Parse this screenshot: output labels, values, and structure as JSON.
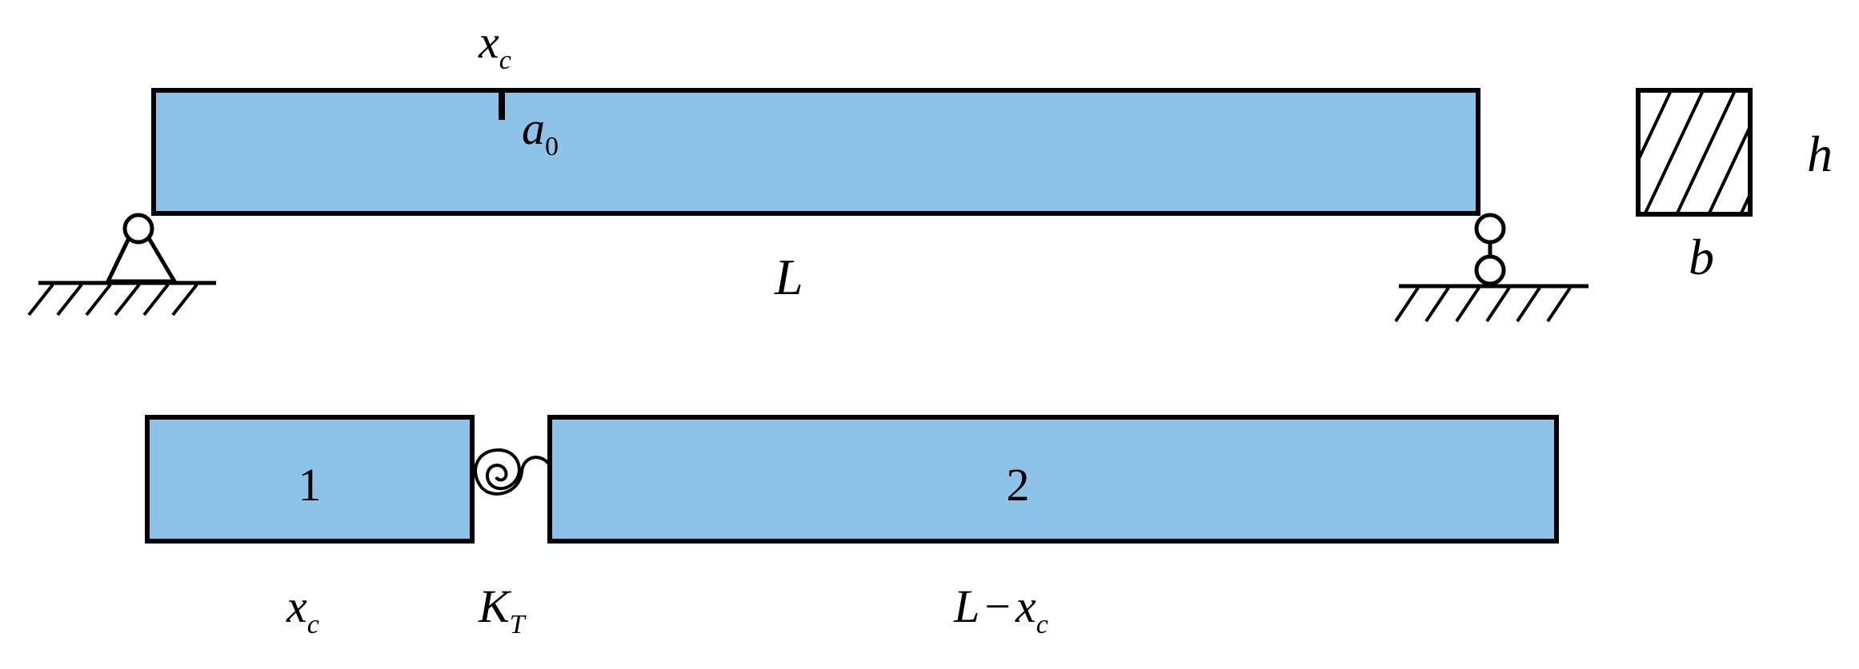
{
  "beam": {
    "crack_position": {
      "main": "x",
      "sub": "c"
    },
    "crack_depth": {
      "main": "a",
      "sub": "0"
    },
    "length": "L"
  },
  "section": {
    "height": "h",
    "width": "b"
  },
  "model": {
    "segment1": {
      "number": "1",
      "length": {
        "main": "x",
        "sub": "c"
      }
    },
    "spring": {
      "main": "K",
      "sub": "T"
    },
    "segment2": {
      "number": "2",
      "length": {
        "main": "L",
        "op": "−",
        "x": "x",
        "sub": "c"
      }
    }
  },
  "colors": {
    "beam_fill": "#8dc3e8",
    "outline": "#000000"
  }
}
